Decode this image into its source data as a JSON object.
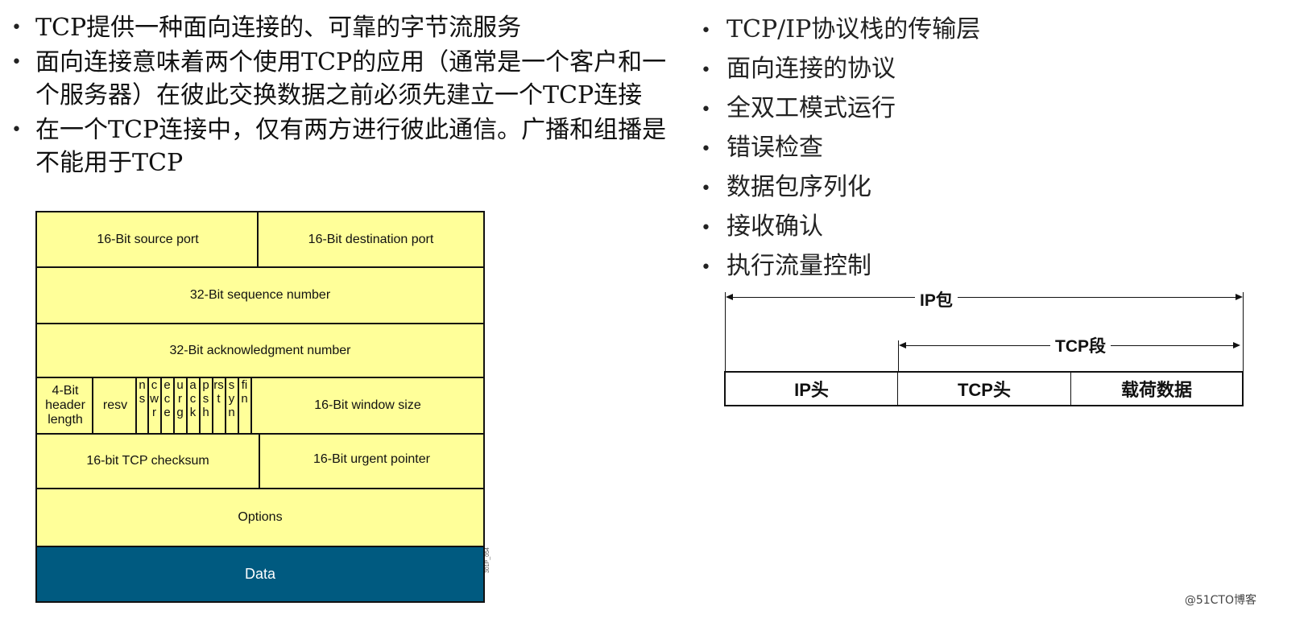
{
  "left_bullets": [
    "TCP提供一种面向连接的、可靠的字节流服务",
    "面向连接意味着两个使用TCP的应用（通常是一个客户和一个服务器）在彼此交换数据之前必须先建立一个TCP连接",
    "在一个TCP连接中，仅有两方进行彼此通信。广播和组播是不能用于TCP"
  ],
  "right_bullets": [
    "TCP/IP协议栈的传输层",
    "面向连接的协议",
    "全双工模式运行",
    "错误检查",
    "数据包序列化",
    "接收确认",
    "执行流量控制"
  ],
  "tcp_header": {
    "source_port": "16-Bit source port",
    "destination_port": "16-Bit destination port",
    "sequence_number": "32-Bit sequence number",
    "ack_number": "32-Bit acknowledgment number",
    "header_length": "4-Bit header length",
    "resv": "resv",
    "flags": [
      "ns",
      "cwr",
      "ece",
      "urg",
      "ack",
      "psh",
      "rst",
      "syn",
      "fin"
    ],
    "window_size": "16-Bit window size",
    "checksum": "16-bit TCP checksum",
    "urgent_pointer": "16-Bit urgent pointer",
    "options": "Options",
    "data": "Data",
    "figure_id": "301P_054"
  },
  "encapsulation": {
    "ip_packet_label": "IP包",
    "tcp_segment_label": "TCP段",
    "ip_header": "IP头",
    "tcp_header": "TCP头",
    "payload": "载荷数据"
  },
  "colors": {
    "header_fill": "#ffff99",
    "data_fill": "#005a80"
  },
  "watermark": "@51CTO博客"
}
